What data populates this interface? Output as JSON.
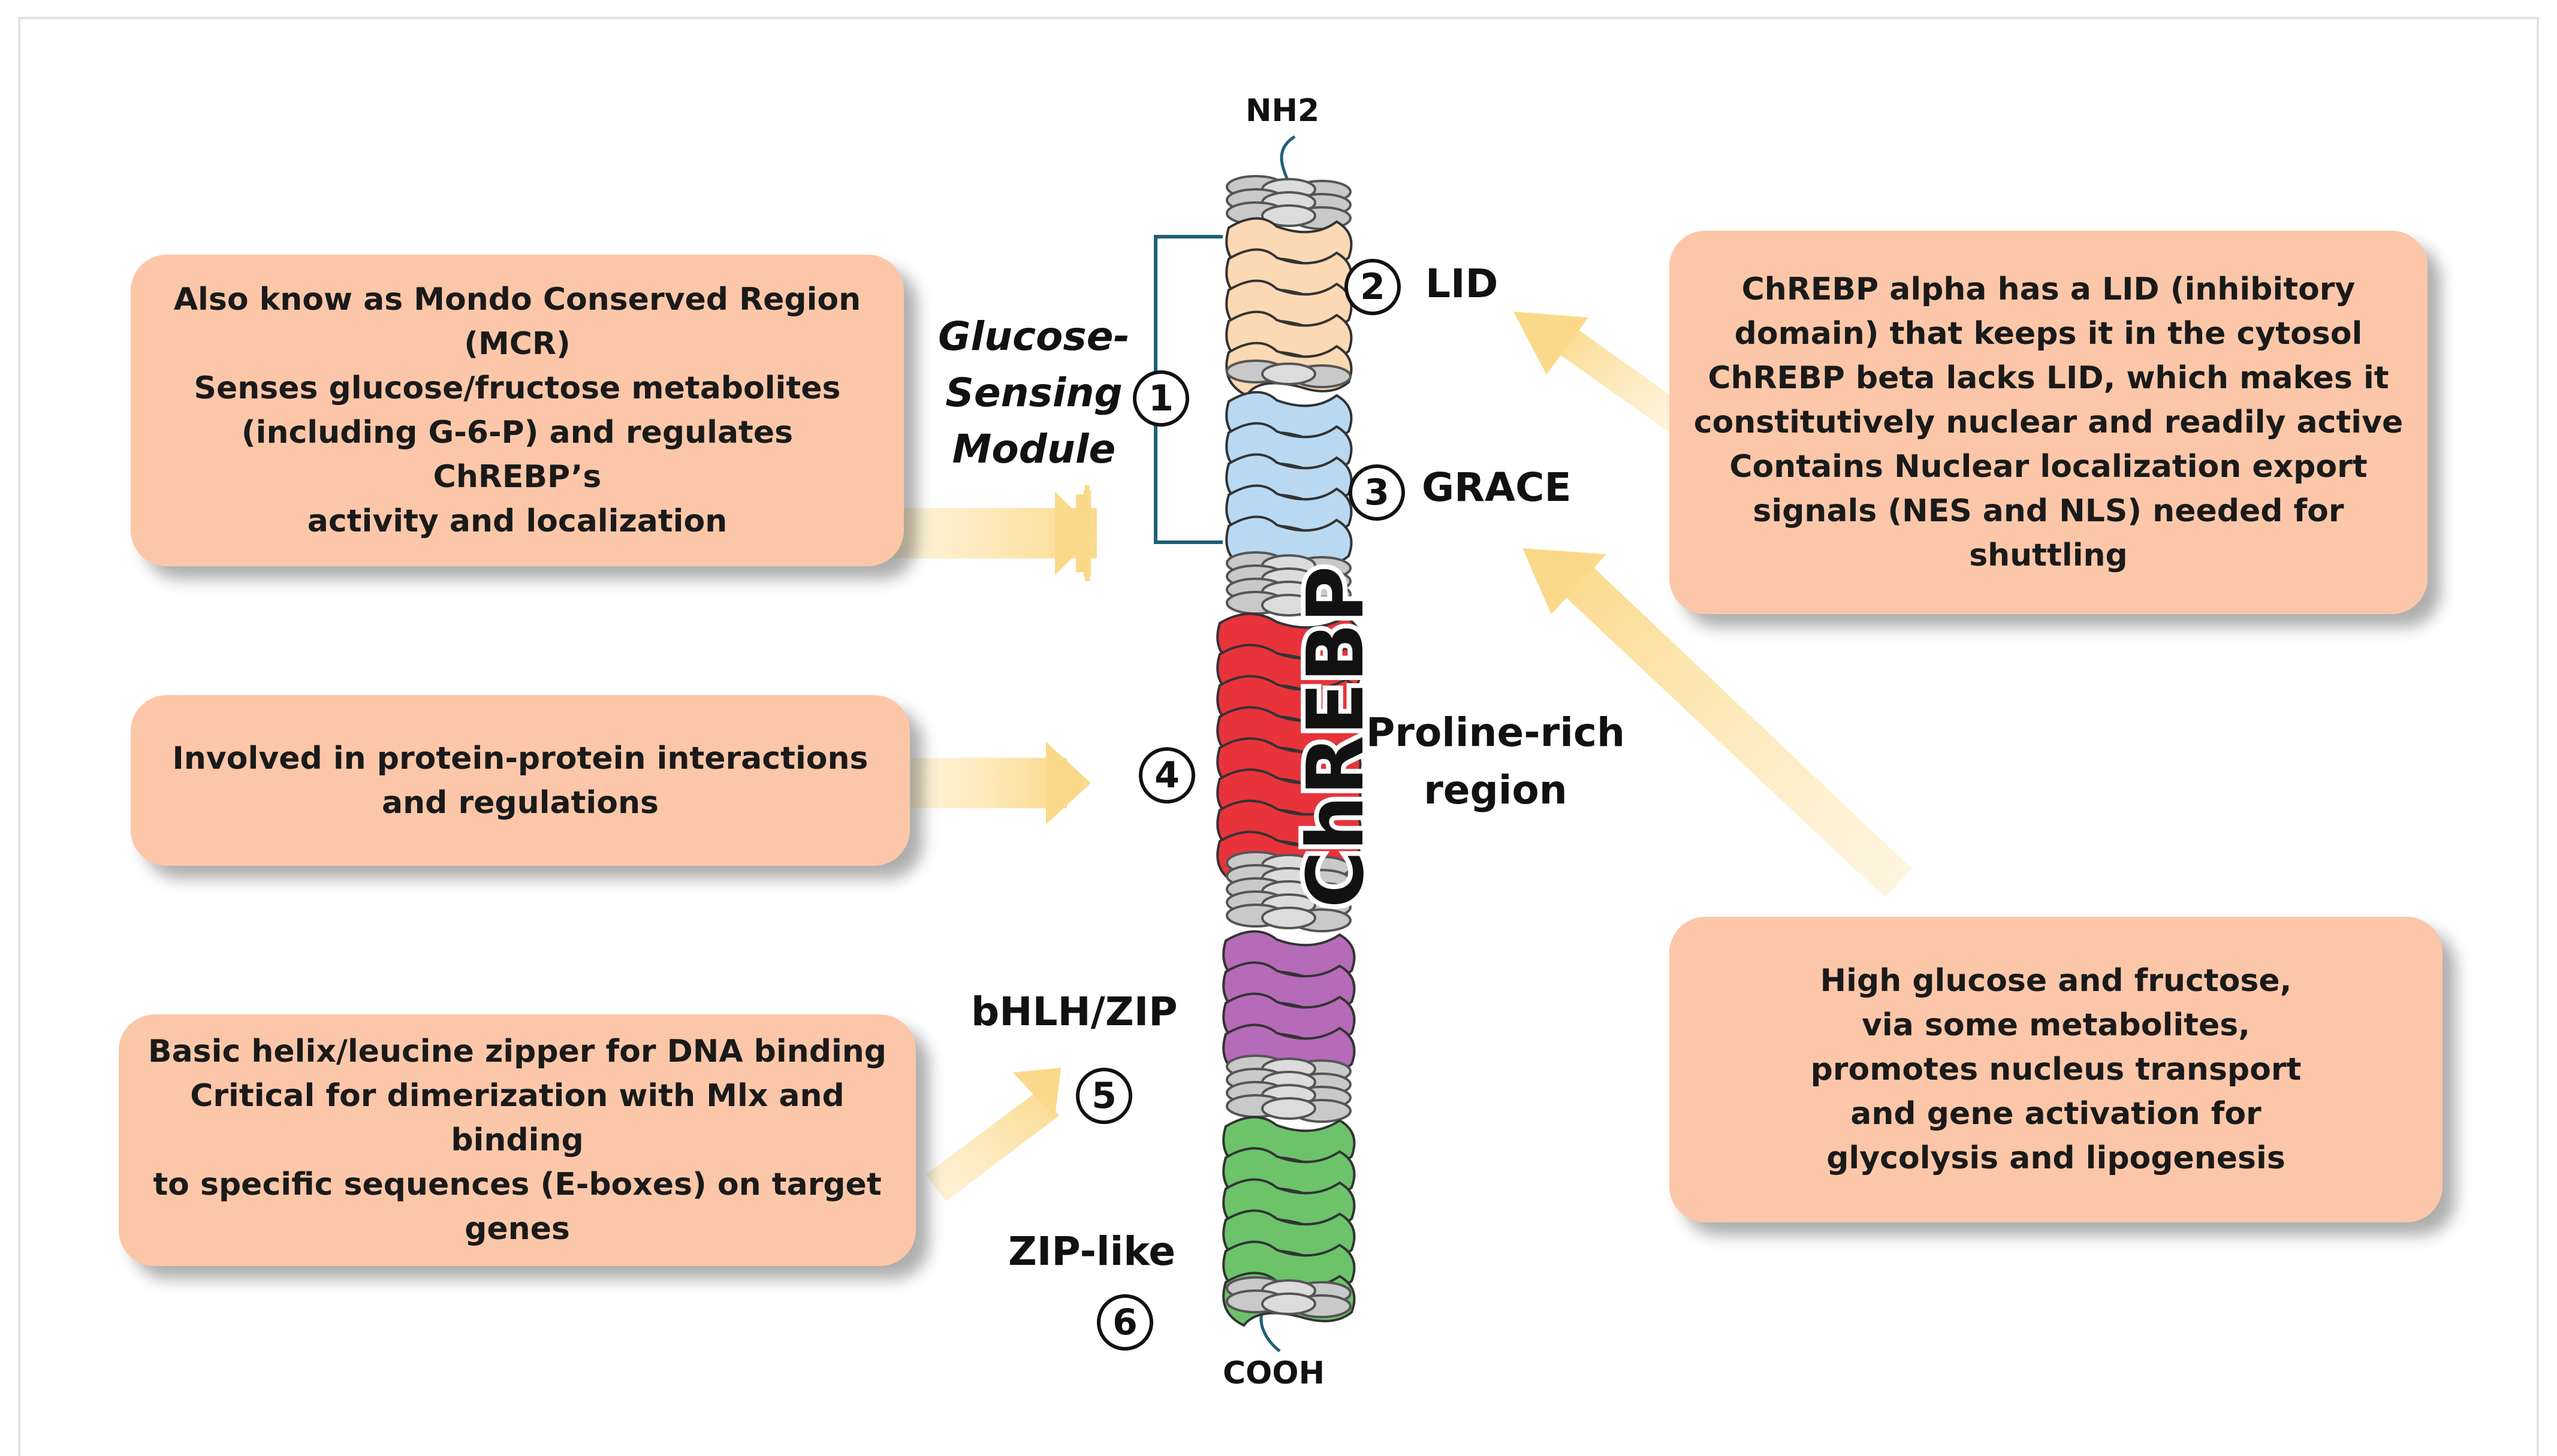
{
  "terminals": {
    "n_term": "NH2",
    "c_term": "COOH"
  },
  "protein_name": "ChREBP",
  "module": {
    "label": "Glucose-\nSensing\nModule",
    "number": "1"
  },
  "domains": [
    {
      "number": "2",
      "name": "LID",
      "color": "#fbd9b4"
    },
    {
      "number": "3",
      "name": "GRACE",
      "color": "#b9d9f2"
    },
    {
      "number": "4",
      "name": "Proline-rich\nregion",
      "color": "#e8333b"
    },
    {
      "number": "5",
      "name": "bHLH/ZIP",
      "color": "#b56bb8"
    },
    {
      "number": "6",
      "name": "ZIP-like",
      "color": "#6cc36a"
    }
  ],
  "boxes": {
    "mcr": "Also know as Mondo Conserved Region\n(MCR)\nSenses glucose/fructose metabolites\n(including G-6-P) and regulates ChREBP’s\nactivity and localization",
    "ppi": "Involved in protein-protein interactions\nand regulations",
    "bhlh": "Basic helix/leucine zipper for DNA binding\nCritical for dimerization with Mlx and binding\nto specific sequences (E-boxes) on target\ngenes",
    "lid": "ChREBP alpha has a LID (inhibitory\ndomain) that keeps it in the cytosol\nChREBP beta lacks LID, which makes it\nconstitutively nuclear and readily active\nContains Nuclear localization export\nsignals (NES and NLS) needed for\nshuttling",
    "glucose": "High glucose and fructose,\nvia some metabolites,\npromotes nucleus transport\nand gene activation for\nglycolysis and lipogenesis"
  },
  "colors": {
    "box_fill": "#fcc7a9",
    "arrow": "#fde3a3",
    "bracket": "#1f5f7a"
  }
}
